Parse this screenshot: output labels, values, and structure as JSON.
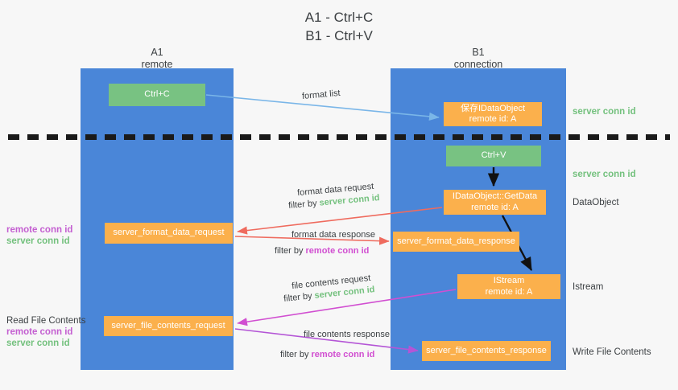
{
  "title": "A1 - Ctrl+C\nB1 - Ctrl+V",
  "columns": {
    "a1": "A1\nremote",
    "b1": "B1\nconnection"
  },
  "boxes": {
    "ctrl_c": "Ctrl+C",
    "save_idataobject": "保存IDataObject\nremote id: A",
    "ctrl_v": "Ctrl+V",
    "getdata": "IDataObject::GetData\nremote id: A",
    "server_format_data_request": "server_format_data_request",
    "server_format_data_response": "server_format_data_response",
    "istream": "IStream\nremote id: A",
    "server_file_contents_request": "server_file_contents_request",
    "server_file_contents_response": "server_file_contents_response"
  },
  "right_labels": {
    "server_conn_id_1": "server conn id",
    "server_conn_id_2": "server conn id",
    "dataobject": "DataObject",
    "istream": "Istream",
    "write_file_contents": "Write File Contents"
  },
  "left_labels": {
    "remote_conn_id_1": "remote conn id",
    "server_conn_id_1": "server conn id",
    "read_file_contents": "Read File Contents",
    "remote_conn_id_2": "remote conn id",
    "server_conn_id_2": "server conn id"
  },
  "arrow_labels": {
    "format_list": "format list",
    "format_data_request": "format data request",
    "format_data_request_filter_prefix": "filter by ",
    "format_data_request_filter_value": "server conn id",
    "format_data_response": "format data response",
    "format_data_response_filter_prefix": "filter by ",
    "format_data_response_filter_value": "remote conn id",
    "file_contents_request": "file contents request",
    "file_contents_request_filter_prefix": "filter by ",
    "file_contents_request_filter_value": "server conn id",
    "file_contents_response": "file contents response",
    "file_contents_response_filter_prefix": "filter by ",
    "file_contents_response_filter_value": "remote conn id"
  },
  "colors": {
    "lane": "#4a86d8",
    "green_box": "#78c282",
    "orange_box": "#fbb04c",
    "green_text": "#74c17e",
    "magenta_text": "#d14fd1",
    "purple_text": "#c45fd1",
    "blue_arrow": "#7ab6e8",
    "red_arrow": "#ef6b5e",
    "black_arrow": "#111111",
    "background": "#f7f7f7"
  }
}
